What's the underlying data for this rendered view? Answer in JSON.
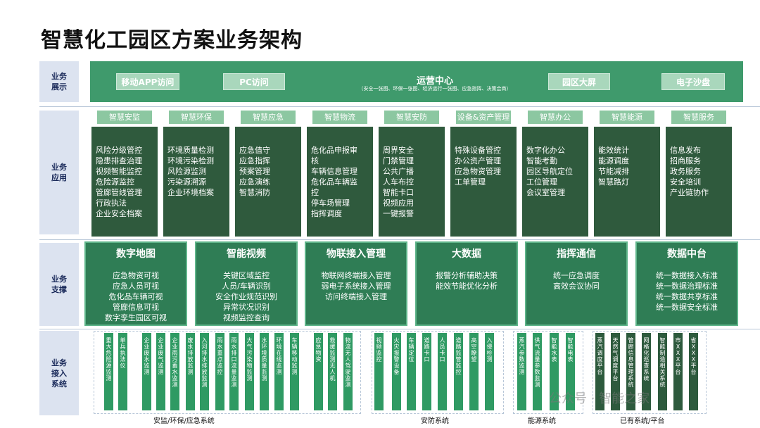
{
  "title": "智慧化工园区方案业务架构",
  "row_labels": {
    "display": "业务\n展示",
    "application": "业务\n应用",
    "support": "业务\n支撑",
    "access": "业务\n接入\n系统"
  },
  "display": {
    "mobile": "移动APP访问",
    "pc": "PC访问",
    "center_title": "运营中心",
    "center_sub": "（安全一张图、环保一张图、经济运行一张图、应急指挥、决策会商）",
    "bigscreen": "园区大屏",
    "sandtable": "电子沙盘"
  },
  "applications": [
    {
      "head": "智慧安监",
      "items": [
        "风险分级管控",
        "隐患排查治理",
        "视频智能监控",
        "危险源监控",
        "管廊管线管理",
        "行政执法",
        "企业安全档案"
      ]
    },
    {
      "head": "智慧环保",
      "items": [
        "环境质量检测",
        "环境污染检测",
        "风险源监测",
        "污染源溯源",
        "企业环境档案"
      ]
    },
    {
      "head": "智慧应急",
      "items": [
        "应急值守",
        "应急指挥",
        "预案管理",
        "应急演练",
        "智慧消防"
      ]
    },
    {
      "head": "智慧物流",
      "items": [
        "危化品申报审",
        "核",
        "车辆信息管理",
        "危化品车辆监",
        "控",
        "停车场管理",
        "指挥调度"
      ]
    },
    {
      "head": "智慧安防",
      "items": [
        "周界安全",
        "门禁管理",
        "公共广播",
        "人车布控",
        "智能卡口",
        "视频应用",
        "一键报警"
      ]
    },
    {
      "head": "设备&资产管理",
      "items": [
        "特殊设备管控",
        "办公资产管理",
        "应急物资管理",
        "工单管理"
      ]
    },
    {
      "head": "智慧办公",
      "items": [
        "数字化办公",
        "智能考勤",
        "园区导航定位",
        "工位管理",
        "会议室管理"
      ]
    },
    {
      "head": "智慧能源",
      "items": [
        "能效统计",
        "能源调度",
        "节能减排",
        "智慧路灯"
      ]
    },
    {
      "head": "智慧服务",
      "items": [
        "信息发布",
        "招商服务",
        "政务服务",
        "安全培训",
        "产业链协作"
      ]
    }
  ],
  "supports": [
    {
      "head": "数字地图",
      "items": [
        "应急物资可视",
        "应急人员可视",
        "危化品车辆可视",
        "管廊信息可视",
        "数字孪生园区可视"
      ]
    },
    {
      "head": "智能视频",
      "items": [
        "关键区域监控",
        "人员/车辆识别",
        "安全作业规范识别",
        "异常状况识别",
        "视频监控查询"
      ]
    },
    {
      "head": "物联接入管理",
      "items": [
        "物联网终端接入管理",
        "弱电子系统接入管理",
        "访问终端接入管理"
      ]
    },
    {
      "head": "大数据",
      "items": [
        "报警分析辅助决策",
        "能效节能优化分析"
      ]
    },
    {
      "head": "指挥通信",
      "items": [
        "统一应急调度",
        "高效会议协同"
      ]
    },
    {
      "head": "数据中台",
      "items": [
        "统一数据接入标准",
        "统一数据治理标准",
        "统一数据共享标准",
        "统一数据安全标准"
      ]
    }
  ],
  "access": [
    "重大危险源监测",
    "单兵执法仪",
    "企业废水监测",
    "企业废气监测",
    "企业雨污蓄水监测",
    "废水排放监测",
    "入河排水排放监测",
    "雨水重点监控",
    "雨水排口流量监测",
    "大气污染物监测",
    "水环境质量监测",
    "环境在线监测",
    "车辆移动监测",
    "应急物资",
    "救援监测无人机",
    "物流无人驾驶监测",
    "视频监控",
    "火灾报警设备",
    "车辆定位",
    "道路卡口",
    "人员卡口",
    "道路监管监控",
    "高空瞭望",
    "入侵检测",
    "蒸汽参数监测",
    "供气流量参数监测",
    "智能水表",
    "智能电表",
    "蒸汽调度平台",
    "天然气调度平台",
    "管廊信息管理系统",
    "网格化巡查系统",
    "智能制造相关系统",
    "市XXX平台",
    "省XXX平台"
  ],
  "groups": {
    "g1": "安监/环保/应急系统",
    "g2": "安防系统",
    "g3": "能源系统",
    "g4": "已有系统/平台"
  },
  "watermark": "公众号 · 智能之家",
  "colors": {
    "display_bar": "#3f9a6c",
    "app_card": "#2f5a3d",
    "support_card": "#2f7d55",
    "label_bg": "#dce3f0"
  }
}
